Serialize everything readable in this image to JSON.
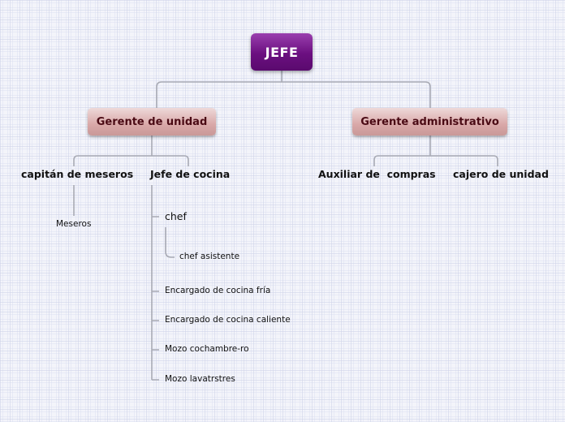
{
  "root": {
    "label": "JEFE"
  },
  "branches": [
    {
      "label": "Gerente de unidad",
      "children": [
        {
          "label": "capitán de meseros",
          "children": [
            {
              "label": "Meseros"
            }
          ]
        },
        {
          "label": "Jefe de cocina",
          "children": [
            {
              "label": "chef",
              "children": [
                {
                  "label": "chef asistente"
                }
              ]
            },
            {
              "label": "Encargado de cocina fría"
            },
            {
              "label": "Encargado de cocina caliente"
            },
            {
              "label": "Mozo cochambre-ro"
            },
            {
              "label": "Mozo lavatrstres"
            }
          ]
        }
      ]
    },
    {
      "label": "Gerente administrativo",
      "children": [
        {
          "label": "Auxiliar de  compras"
        },
        {
          "label": "cajero de unidad"
        }
      ]
    }
  ],
  "colors": {
    "root": "#6b0f80",
    "main_topic": "#d9a8a8",
    "main_topic_text": "#4a0a14",
    "connector": "#a8aab4",
    "background": "#f3f4fa"
  }
}
